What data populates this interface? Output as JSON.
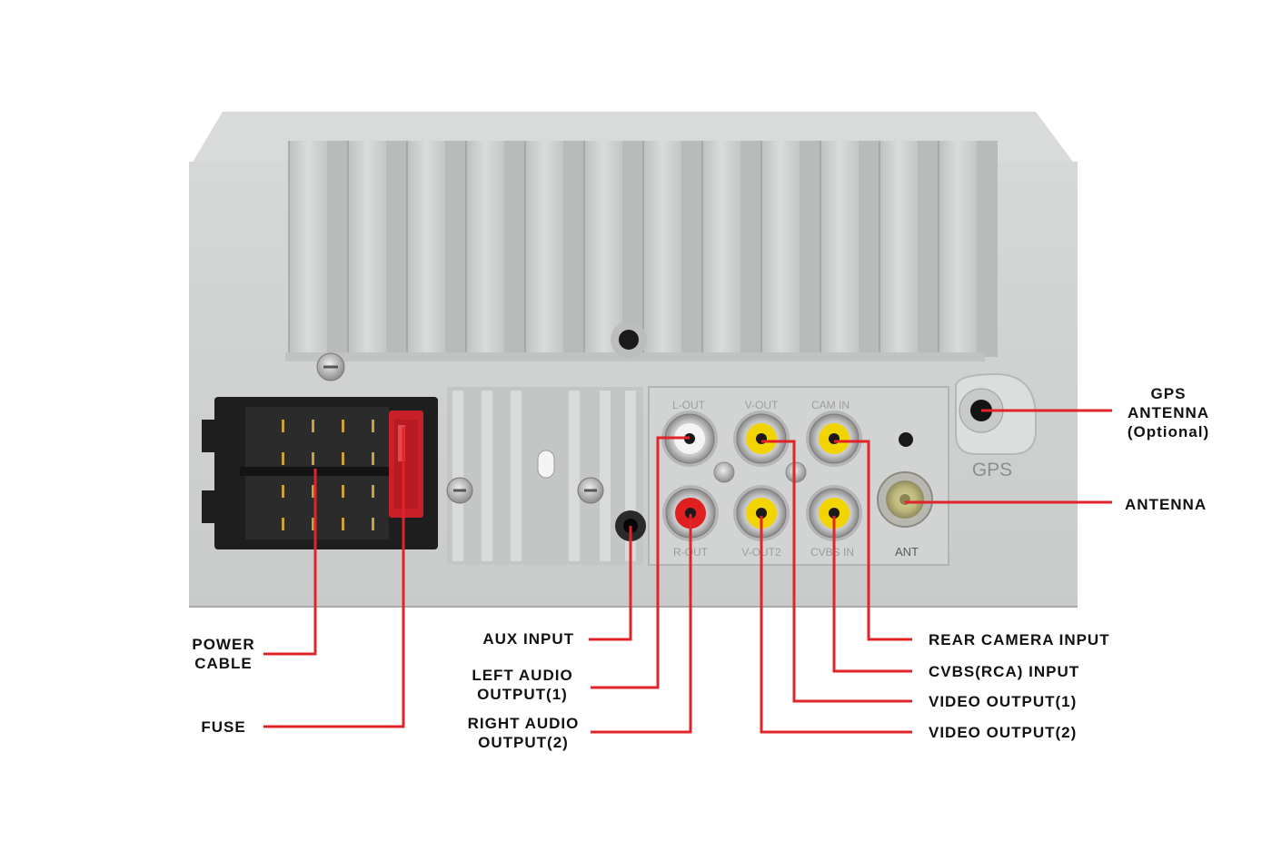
{
  "panel_markings": {
    "l_out": "L-OUT",
    "v_out": "V-OUT",
    "cam_in": "CAM IN",
    "r_out": "R-OUT",
    "v_out2": "V-OUT2",
    "cvbs_in": "CVBS IN",
    "ant": "ANT",
    "gps": "GPS"
  },
  "labels": {
    "gps_antenna": [
      "GPS",
      "ANTENNA",
      "(Optional)"
    ],
    "antenna": "ANTENNA",
    "power_cable": [
      "POWER",
      "CABLE"
    ],
    "fuse": "FUSE",
    "aux_input": "AUX INPUT",
    "left_audio": [
      "LEFT AUDIO",
      "OUTPUT(1)"
    ],
    "right_audio": [
      "RIGHT AUDIO",
      "OUTPUT(2)"
    ],
    "rear_camera": "REAR CAMERA INPUT",
    "cvbs_input": "CVBS(RCA) INPUT",
    "video_output_1": "VIDEO OUTPUT(1)",
    "video_output_2": "VIDEO OUTPUT(2)"
  },
  "colors": {
    "leader": "#e0242a",
    "panel": "#cfd1d0",
    "rca_yellow": "#f2d400",
    "rca_red": "#e02020",
    "rca_white": "#f4f4f4",
    "connector": "#1c1c1c",
    "fuse": "#d81e28"
  }
}
